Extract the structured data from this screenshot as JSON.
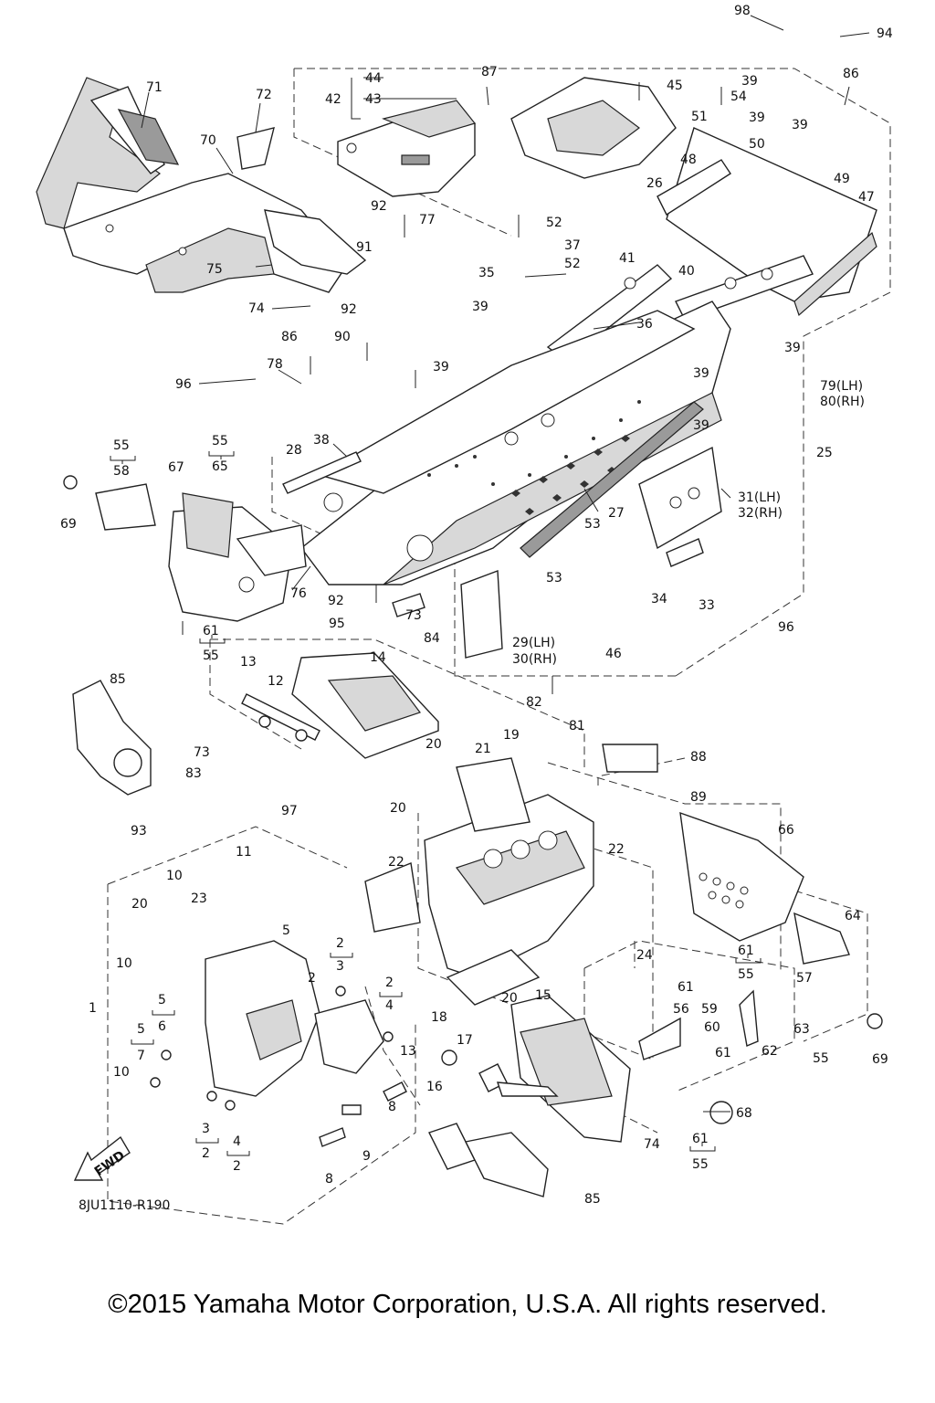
{
  "diagram_code": "8JU1110-R190",
  "fwd_label": "FWD",
  "copyright": "©2015 Yamaha Motor Corporation, U.S.A. All rights reserved.",
  "callouts": {
    "c98": "98",
    "c94": "94",
    "c87": "87",
    "c44": "44",
    "c42": "42",
    "c43": "43",
    "c45": "45",
    "c39a": "39",
    "c86a": "86",
    "c54": "54",
    "c51": "51",
    "c39b": "39",
    "c39c": "39",
    "c50": "50",
    "c71": "71",
    "c72": "72",
    "c70": "70",
    "c26": "26",
    "c48": "48",
    "c49": "49",
    "c47": "47",
    "c92a": "92",
    "c77": "77",
    "c52a": "52",
    "c91": "91",
    "c37": "37",
    "c75": "75",
    "c52b": "52",
    "c41": "41",
    "c35": "35",
    "c40": "40",
    "c74a": "74",
    "c39d": "39",
    "c92b": "92",
    "c36": "36",
    "c86b": "86",
    "c90": "90",
    "c39e": "39",
    "c39f": "39",
    "c78": "78",
    "c39g": "39",
    "c96a": "96",
    "c79": "79(LH)",
    "c80": "80(RH)",
    "c39h": "39",
    "c55a": "55",
    "c58": "58",
    "c55b": "55",
    "c65": "65",
    "c67": "67",
    "c38": "38",
    "c28": "28",
    "c25": "25",
    "c31": "31(LH)",
    "c32": "32(RH)",
    "c69a": "69",
    "c27": "27",
    "c53a": "53",
    "c53b": "53",
    "c34": "34",
    "c33": "33",
    "c76": "76",
    "c92c": "92",
    "c73a": "73",
    "c95": "95",
    "c84": "84",
    "c29": "29(LH)",
    "c30": "30(RH)",
    "c46": "46",
    "c61a": "61",
    "c55c": "55",
    "c13a": "13",
    "c14": "14",
    "c96b": "96",
    "c12": "12",
    "c85a": "85",
    "c82": "82",
    "c81": "81",
    "c19": "19",
    "c88": "88",
    "c20a": "20",
    "c21": "21",
    "c73b": "73",
    "c83": "83",
    "c89": "89",
    "c97": "97",
    "c20b": "20",
    "c66": "66",
    "c93": "93",
    "c11": "11",
    "c22a": "22",
    "c22b": "22",
    "c10a": "10",
    "c23": "23",
    "c64": "64",
    "c20c": "20",
    "c5a": "5",
    "c2a": "2",
    "c3a": "3",
    "c24": "24",
    "c61b": "61",
    "c55d": "55",
    "c57": "57",
    "c10b": "10",
    "c2b": "2",
    "c2c": "2",
    "c4a": "4",
    "c5b": "5",
    "c6": "6",
    "c1": "1",
    "c61c": "61",
    "c56": "56",
    "c59": "59",
    "c5c": "5",
    "c7": "7",
    "c18": "18",
    "c20d": "20",
    "c15": "15",
    "c60": "60",
    "c63": "63",
    "c62": "62",
    "c61d": "61",
    "c55e": "55",
    "c69b": "69",
    "c13b": "13",
    "c17": "17",
    "c10c": "10",
    "c16": "16",
    "c68": "68",
    "c8a": "8",
    "c3b": "3",
    "c2d": "2",
    "c4b": "4",
    "c2e": "2",
    "c9": "9",
    "c61e": "61",
    "c55f": "55",
    "c74b": "74",
    "c8b": "8",
    "c85b": "85"
  }
}
